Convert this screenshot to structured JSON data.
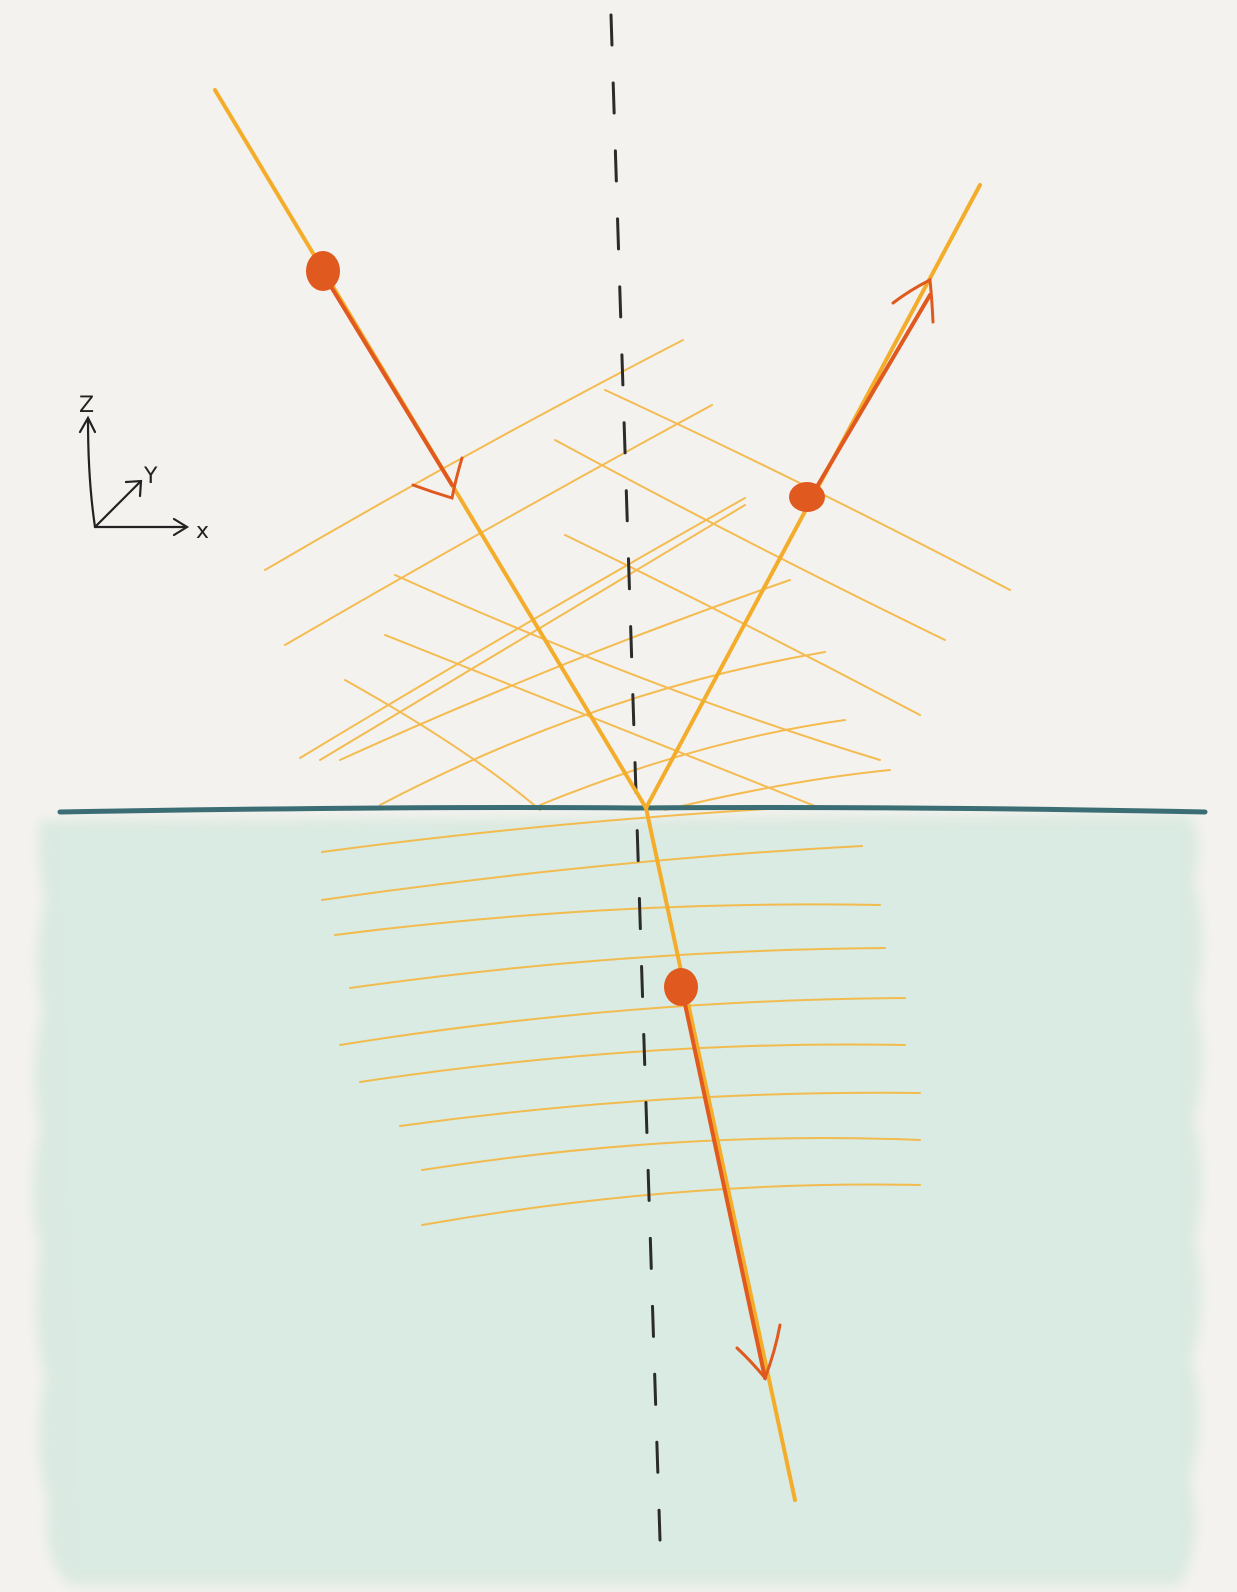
{
  "axes_labels": {
    "z": "Z",
    "y": "Y",
    "x": "x"
  },
  "colors": {
    "paper": "#f4f2ee",
    "medium_fill": "#d6e8df",
    "interface_line": "#3b6e74",
    "ray": "#f3ad2b",
    "ray_overlay": "#e0591f",
    "wavefront": "#f5b640",
    "normal": "#2b2b2b",
    "axis": "#222222"
  },
  "icons": {
    "medium": "water-medium",
    "interface": "interface-line",
    "normal": "dashed-normal",
    "incident": "incident-ray",
    "reflected": "reflected-ray",
    "transmitted": "transmitted-ray",
    "particle": "particle-dot",
    "axes": "xyz-axes"
  }
}
